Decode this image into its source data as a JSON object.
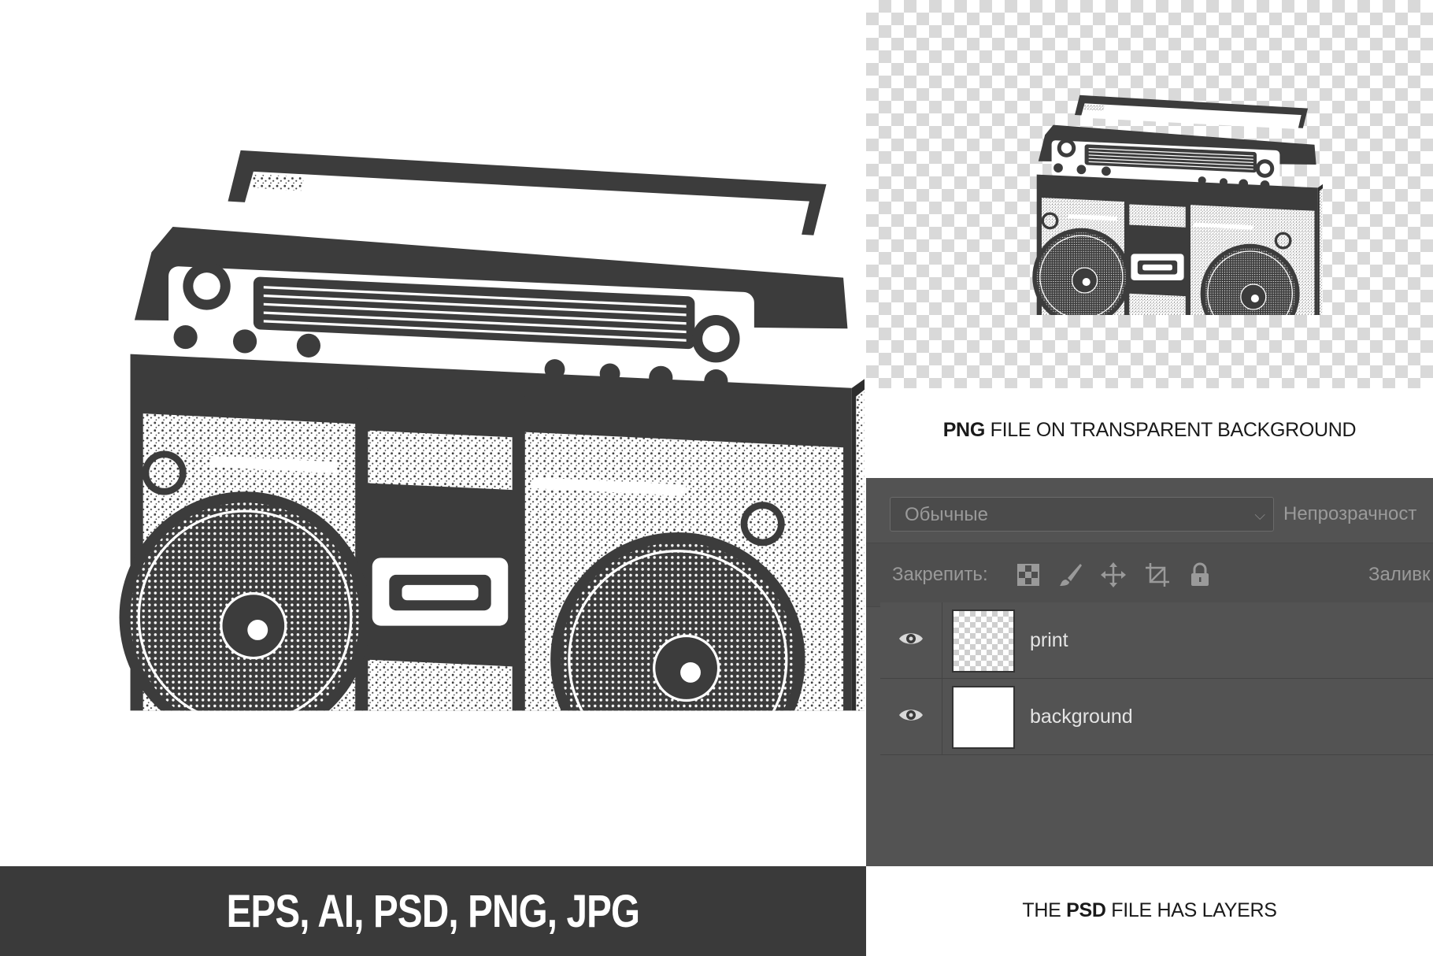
{
  "formats_bar": {
    "text": "EPS, AI, PSD, PNG, JPG"
  },
  "png_caption": {
    "bold": "PNG",
    "rest": " FILE ON TRANSPARENT BACKGROUND"
  },
  "psd_caption": {
    "prefix": "THE ",
    "bold": "PSD",
    "rest": " FILE HAS LAYERS"
  },
  "layers_panel": {
    "blend_mode": "Обычные",
    "opacity_label": "Непрозрачност",
    "lock_label": "Закрепить:",
    "fill_label": "Заливк",
    "lock_icons": [
      "checkerboard-icon",
      "brush-icon",
      "move-arrows-icon",
      "crop-icon",
      "padlock-icon"
    ],
    "layers": [
      {
        "name": "print",
        "thumbnail": "transparent",
        "visible": true
      },
      {
        "name": "background",
        "thumbnail": "white",
        "visible": true
      }
    ]
  },
  "colors": {
    "ink": "#3c3c3c",
    "bar_background": "#3a3a3a",
    "panel_background": "#535353",
    "checker": "#d9d9d9"
  }
}
